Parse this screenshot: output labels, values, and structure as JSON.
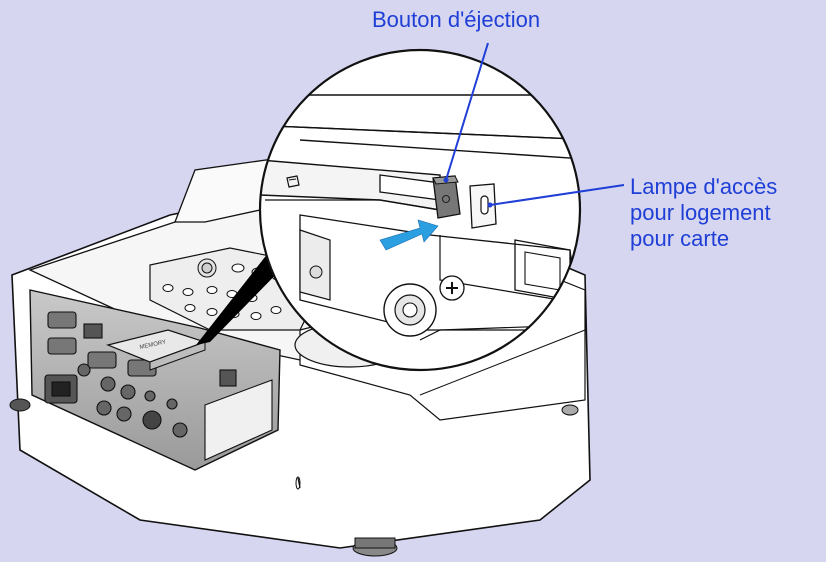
{
  "callouts": {
    "eject_button": "Bouton d'éjection",
    "access_lamp": {
      "line1": "Lampe d'accès",
      "line2": "pour logement",
      "line3": "pour carte"
    }
  },
  "card_label": "MEMORY",
  "colors": {
    "background": "#d6d6f0",
    "callout_text": "#1f3fd6",
    "leader_line": "#1f3fd6",
    "insertion_arrow": "#2b9fe0",
    "projector_body": "#ffffff",
    "outline": "#111111"
  },
  "icons": [
    "insertion-arrow-icon",
    "screw-icon",
    "card-symbol-icon"
  ]
}
